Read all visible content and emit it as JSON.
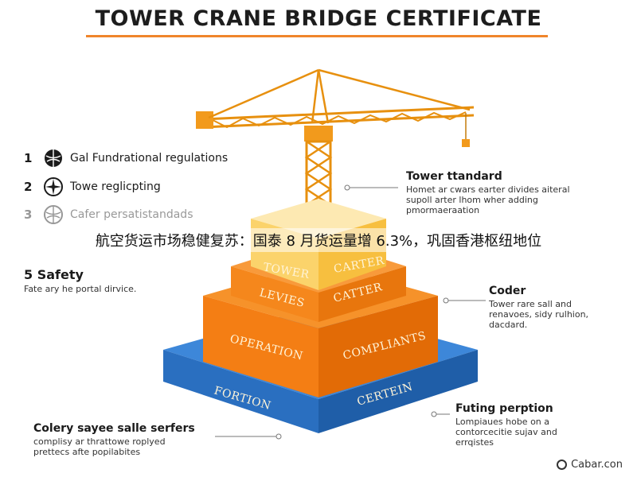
{
  "title": "TOWER CRANE BRIDGE CERTIFICATE",
  "left_list": [
    {
      "number": "1",
      "icon": "globe-icon",
      "label": "Gal Fundrational regulations"
    },
    {
      "number": "2",
      "icon": "compass-icon",
      "label": "Towe reglicpting"
    },
    {
      "number": "3",
      "icon": "globe-icon",
      "label": "Cafer persatistandads"
    }
  ],
  "safety": {
    "number": "5",
    "heading": "Safety",
    "sub": "Fate ary he portal dirvice."
  },
  "callouts": {
    "tower_standard": {
      "heading": "Tower ttandard",
      "lines": [
        "Homet ar cwars earter divides aiteral",
        "supoll arter lhom wher adding",
        "pmormaeraation"
      ]
    },
    "coder": {
      "heading": "Coder",
      "lines": [
        "Tower rare sall and",
        "renavoes, sidy rulhion,",
        "dacdard."
      ]
    },
    "futing": {
      "heading": "Futing perption",
      "lines": [
        "Lompiaues hobe on a",
        "contorcecitie sujav and",
        "errqistes"
      ]
    },
    "colery": {
      "heading": "Colery sayee salle serfers",
      "lines": [
        "complisy ar thrattowe roplyed",
        "prettecs afte popilabites"
      ]
    }
  },
  "layers": {
    "top": {
      "left": "TOWER",
      "right": "CARTER"
    },
    "upper": {
      "left": "LEVIES",
      "right": "CATTER"
    },
    "middle": {
      "left": "OPERATION",
      "right": "COMPLIANTS"
    },
    "base": {
      "left": "FORTION",
      "right": "CERTEIN"
    }
  },
  "banner": "航空货运市场稳健复苏：国泰 8 月货运量增 6.3%，巩固香港枢纽地位",
  "footer": "Cabar.con",
  "colors": {
    "crane": "#f29a1c",
    "top_layer": "#fbc34a",
    "orange_layer": "#f47e14",
    "base_layer": "#2a6fc0",
    "accent": "#f0852b"
  }
}
